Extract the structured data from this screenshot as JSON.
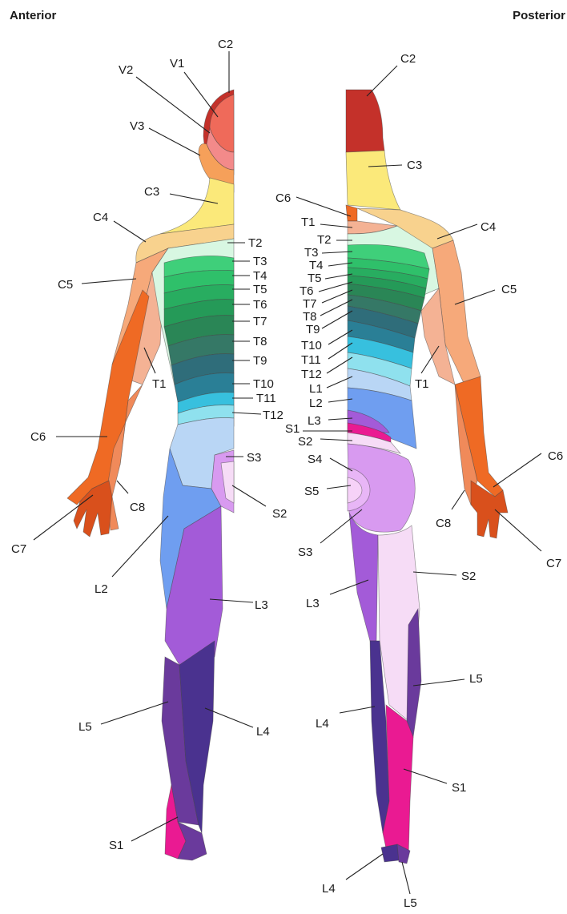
{
  "headers": {
    "anterior": "Anterior",
    "posterior": "Posterior"
  },
  "colors": {
    "C2": "#c4312a",
    "V1": "#ef6a5a",
    "V2": "#f38a8a",
    "V3": "#f6a05a",
    "C3": "#fbe97a",
    "C4": "#f8d28e",
    "C5": "#f6a97a",
    "C6": "#ef6a24",
    "C7": "#d9501c",
    "C8": "#f08a5a",
    "T1": "#f4b294",
    "T2": "#d8f7e2",
    "T3": "#3fcf7a",
    "T4": "#2fc06a",
    "T5": "#28ad60",
    "T6": "#259a58",
    "T7": "#2a8656",
    "T8": "#357866",
    "T9": "#2f6d7a",
    "T10": "#2a7f96",
    "T11": "#37c0de",
    "T12": "#8fe1ee",
    "L1": "#b9d6f5",
    "L2": "#6f9ef0",
    "L3": "#a35bd8",
    "L4": "#4a328f",
    "L5": "#6a3a9c",
    "S1": "#ea1a92",
    "S2": "#f6dcf6",
    "S3": "#d89af0",
    "S4": "#e8b6f6",
    "S5": "#f6d2f8"
  },
  "labels": {
    "anterior": {
      "C2": "C2",
      "V1": "V1",
      "V2": "V2",
      "V3": "V3",
      "C3": "C3",
      "C4": "C4",
      "C5": "C5",
      "T2": "T2",
      "T3": "T3",
      "T4": "T4",
      "T5": "T5",
      "T6": "T6",
      "T7": "T7",
      "T8": "T8",
      "T9": "T9",
      "T10": "T10",
      "T11": "T11",
      "T12": "T12",
      "T1": "T1",
      "C6": "C6",
      "C8": "C8",
      "C7": "C7",
      "S3": "S3",
      "S2": "S2",
      "L2": "L2",
      "L3": "L3",
      "L5": "L5",
      "L4": "L4",
      "S1": "S1"
    },
    "posterior": {
      "C2": "C2",
      "C3": "C3",
      "C6": "C6",
      "T1": "T1",
      "C4": "C4",
      "T2": "T2",
      "T3": "T3",
      "T4": "T4",
      "T5": "T5",
      "T6": "T6",
      "T7": "T7",
      "T8": "T8",
      "T9": "T9",
      "C5": "C5",
      "T10": "T10",
      "T11": "T11",
      "T12": "T12",
      "L1": "L1",
      "L2": "L2",
      "L3": "L3",
      "S1": "S1",
      "S2": "S2",
      "S4": "S4",
      "S5": "S5",
      "S3": "S3",
      "T1b": "T1",
      "C6b": "C6",
      "C8": "C8",
      "C7": "C7",
      "S2b": "S2",
      "L3b": "L3",
      "L5": "L5",
      "L4": "L4",
      "S1b": "S1",
      "L4b": "L4",
      "L5b": "L5"
    }
  }
}
